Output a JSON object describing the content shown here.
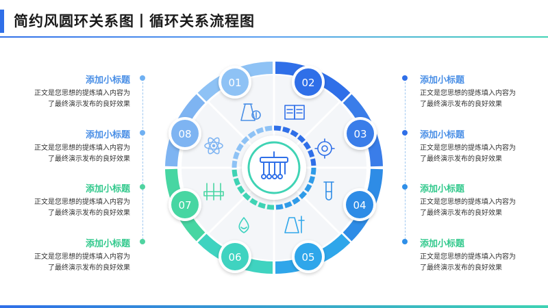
{
  "header": {
    "title": "简约风圆环关系图丨循环关系流程图"
  },
  "items": [
    {
      "num": "01",
      "heading": "添加小标题",
      "line1": "正文是您思想的提炼填入内容为",
      "line2": "了最终演示发布的良好效果",
      "icon": "science-flask-icon"
    },
    {
      "num": "02",
      "heading": "添加小标题",
      "line1": "正文是您思想的提炼填入内容为",
      "line2": "了最终演示发布的良好效果",
      "icon": "open-book-icon"
    },
    {
      "num": "03",
      "heading": "添加小标题",
      "line1": "正文是您思想的提炼填入内容为",
      "line2": "了最终演示发布的良好效果",
      "icon": "gear-flask-icon"
    },
    {
      "num": "04",
      "heading": "添加小标题",
      "line1": "正文是您思想的提炼填入内容为",
      "line2": "了最终演示发布的良好效果",
      "icon": "test-tube-icon"
    },
    {
      "num": "05",
      "heading": "添加小标题",
      "line1": "正文是您思想的提炼填入内容为",
      "line2": "了最终演示发布的良好效果",
      "icon": "lab-equipment-icon"
    },
    {
      "num": "06",
      "heading": "添加小标题",
      "line1": "正文是您思想的提炼填入内容为",
      "line2": "了最终演示发布的良好效果",
      "icon": "water-drop-icon"
    },
    {
      "num": "07",
      "heading": "添加小标题",
      "line1": "正文是您思想的提炼填入内容为",
      "line2": "了最终演示发布的良好效果",
      "icon": "test-tube-rack-icon"
    },
    {
      "num": "08",
      "heading": "添加小标题",
      "line1": "正文是您思想的提炼填入内容为",
      "line2": "了最终演示发布的良好效果",
      "icon": "atom-icon"
    }
  ],
  "center": {
    "icon": "molecule-lab-icon"
  },
  "colors": {
    "blue": "#2f6fe8",
    "light_blue": "#6fb0f2",
    "green": "#3fd3b4"
  }
}
